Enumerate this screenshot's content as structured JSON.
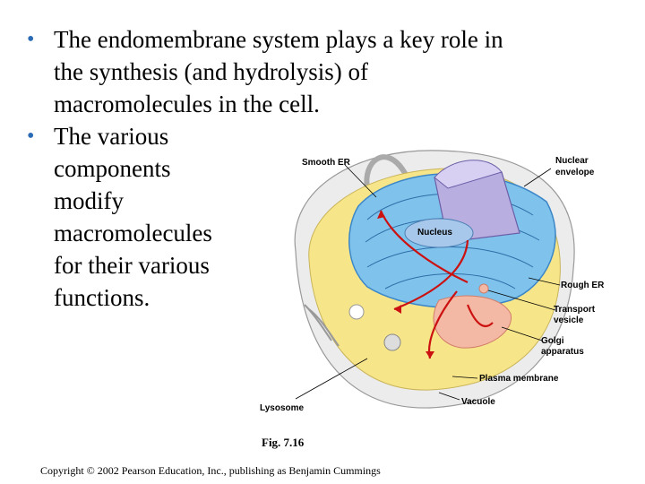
{
  "bullets": [
    {
      "text_lines": [
        "The endomembrane system plays a key role in",
        "the synthesis (and hydrolysis) of",
        "macromolecules in the cell."
      ]
    },
    {
      "text_lines": [
        "The various",
        "components",
        "modify",
        "macromolecules",
        "for their various",
        "functions."
      ]
    }
  ],
  "figure": {
    "labels": {
      "smooth_er": "Smooth ER",
      "nuclear_envelope_1": "Nuclear",
      "nuclear_envelope_2": "envelope",
      "nucleus": "Nucleus",
      "rough_er": "Rough ER",
      "transport_vesicle_1": "Transport",
      "transport_vesicle_2": "vesicle",
      "golgi_1": "Golgi",
      "golgi_2": "apparatus",
      "plasma_membrane": "Plasma membrane",
      "vacuole": "Vacuole",
      "lysosome": "Lysosome"
    },
    "caption": "Fig. 7.16"
  },
  "copyright": "Copyright © 2002 Pearson Education, Inc., publishing as Benjamin Cummings",
  "colors": {
    "bullet": "#2a6bb5",
    "cytoplasm": "#f7e58a",
    "cell_outline": "#e6e6e6",
    "er_blue": "#7fc3ec",
    "nucleus_purple": "#b9aee0",
    "golgi_pink": "#f4b9a4",
    "arrow_red": "#cc1111"
  }
}
